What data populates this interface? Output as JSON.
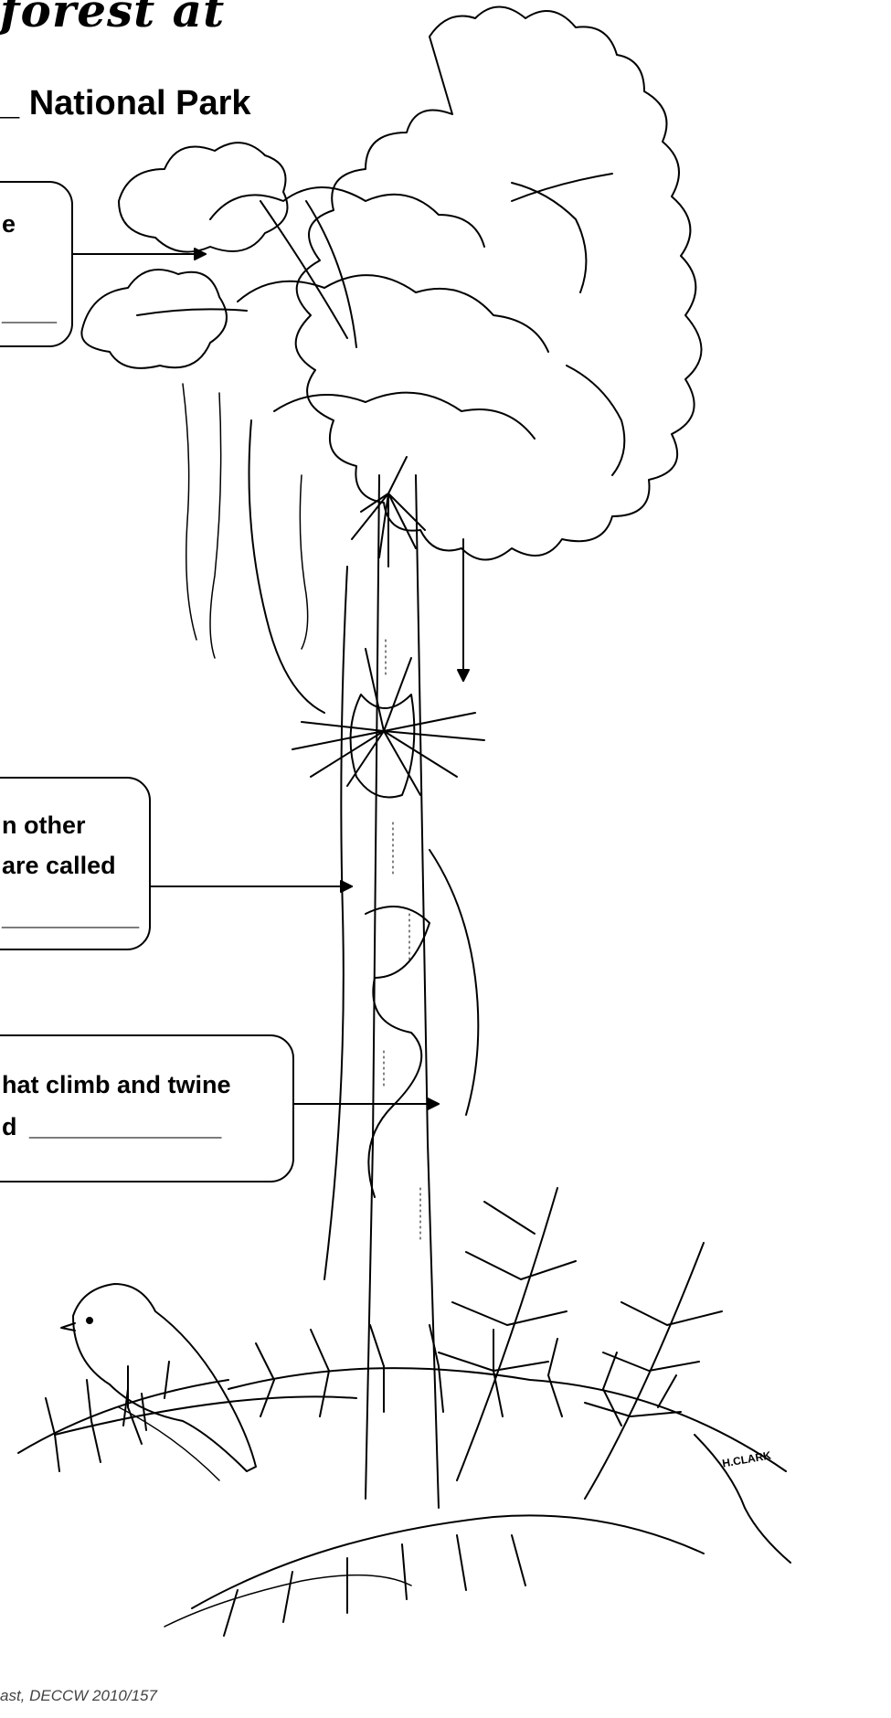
{
  "title": {
    "line1": "forest at",
    "line2": "_ National Park"
  },
  "callouts": [
    {
      "line1": "e",
      "blank": "____"
    },
    {
      "line1": "n other",
      "line2": "are called",
      "blank": "__________"
    },
    {
      "line1": "hat climb and twine",
      "line2": "d",
      "blank": "______________"
    }
  ],
  "artist_signature": "H.CLARK",
  "credit": "ast, DECCW 2010/157"
}
